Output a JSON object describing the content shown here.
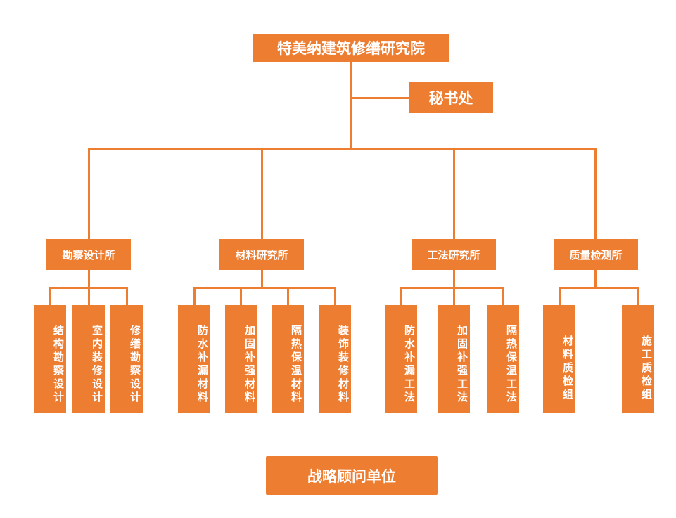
{
  "root": "特美纳建筑修缮研究院",
  "secretariat": "秘书处",
  "departments": [
    {
      "name": "勘察设计所",
      "units": [
        "结构勘察设计",
        "室内装修设计",
        "修缮勘察设计"
      ]
    },
    {
      "name": "材料研究所",
      "units": [
        "防水补漏材料",
        "加固补强材料",
        "隔热保温材料",
        "装饰装修材料"
      ]
    },
    {
      "name": "工法研究所",
      "units": [
        "防水补漏工法",
        "加固补强工法",
        "隔热保温工法"
      ]
    },
    {
      "name": "质量检测所",
      "units": [
        "材料质检组",
        "施工质检组"
      ]
    }
  ],
  "advisory": "战略顾问单位",
  "colors": {
    "box": "#ED7D31",
    "text": "#FFFFFF",
    "line": "#ED7D31"
  }
}
